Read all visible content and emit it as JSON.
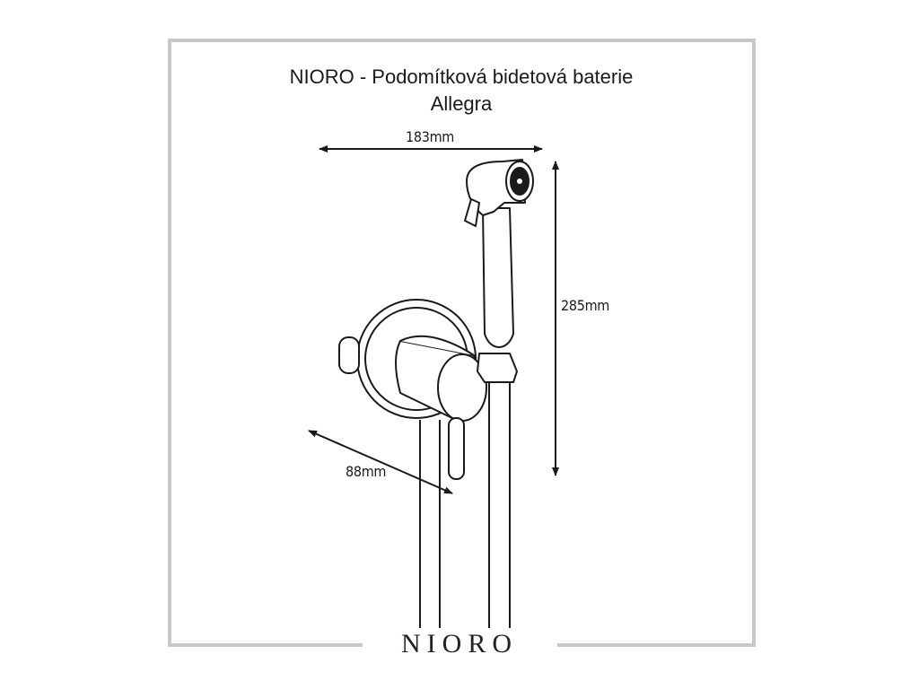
{
  "title": {
    "line1": "NIORO - Podomítková bidetová baterie",
    "line2": "Allegra"
  },
  "dimensions": {
    "width_label": "183mm",
    "height_label": "285mm",
    "depth_label": "88mm"
  },
  "brand": {
    "name": "NIORO"
  },
  "colors": {
    "frame": "#c8c8c8",
    "line": "#1a1a1a",
    "background": "#ffffff"
  }
}
